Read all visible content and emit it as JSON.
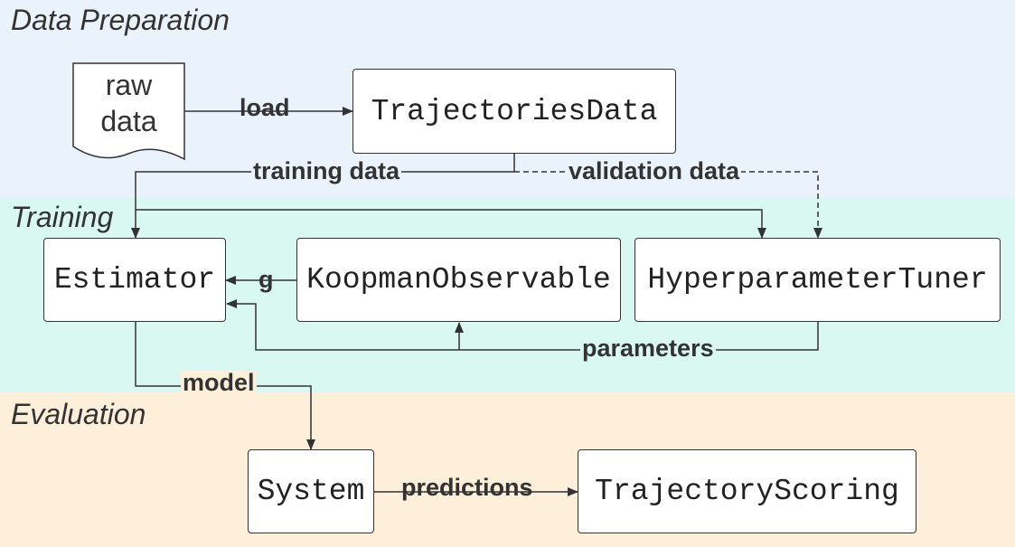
{
  "sections": {
    "data_preparation": "Data Preparation",
    "training": "Training",
    "evaluation": "Evaluation"
  },
  "nodes": {
    "raw_data_line1": "raw",
    "raw_data_line2": "data",
    "trajectories_data": "TrajectoriesData",
    "estimator": "Estimator",
    "koopman_observable": "KoopmanObservable",
    "hyperparameter_tuner": "HyperparameterTuner",
    "system": "System",
    "trajectory_scoring": "TrajectoryScoring"
  },
  "edges": {
    "load": "load",
    "training_data": "training data",
    "validation_data": "validation data",
    "g": "g",
    "parameters": "parameters",
    "model": "model",
    "predictions": "predictions"
  },
  "colors": {
    "data_preparation_bg": "#eaf2fc",
    "training_bg": "#d8f8f1",
    "evaluation_bg": "#fdefd9",
    "line": "#333333"
  }
}
